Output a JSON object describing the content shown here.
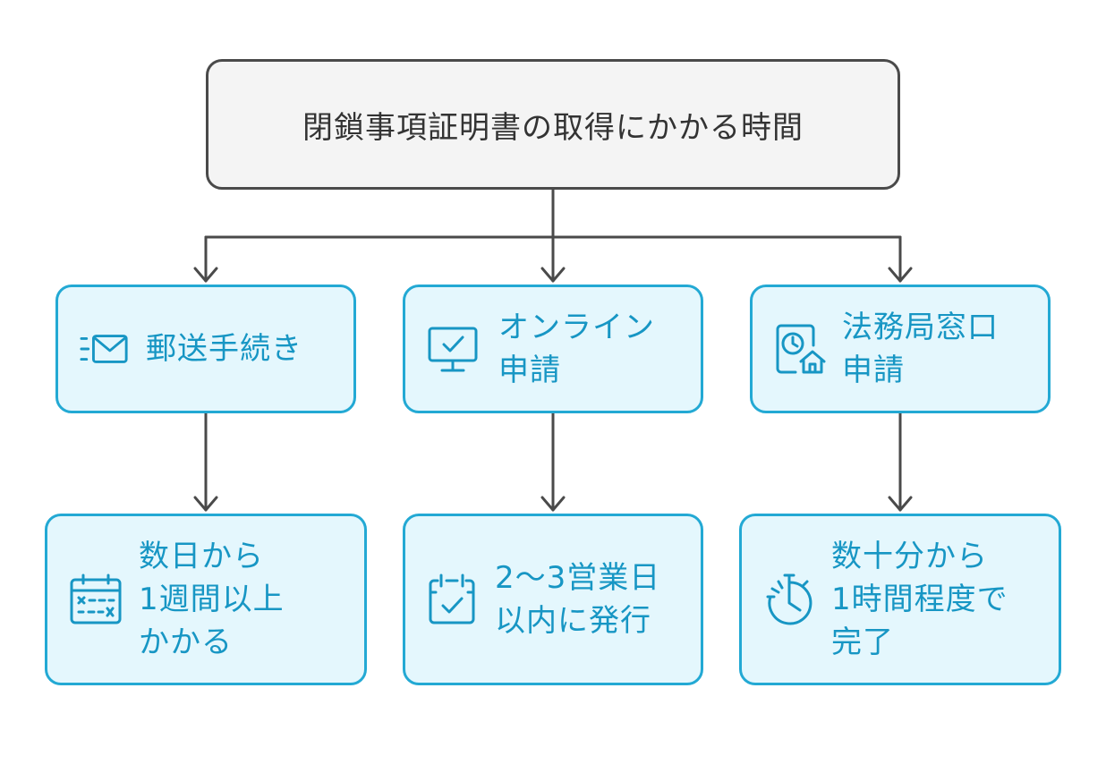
{
  "root": {
    "title": "閉鎖事項証明書の取得にかかる時間"
  },
  "methods": [
    {
      "icon": "mail-icon",
      "lines": [
        "郵送手続き"
      ]
    },
    {
      "icon": "monitor-check-icon",
      "lines": [
        "オンライン",
        "申請"
      ]
    },
    {
      "icon": "clock-building-icon",
      "lines": [
        "法務局窓口",
        "申請"
      ]
    }
  ],
  "durations": [
    {
      "icon": "calendar-x-icon",
      "lines": [
        "数日から",
        "1週間以上",
        "かかる"
      ]
    },
    {
      "icon": "calendar-check-icon",
      "lines": [
        "2〜3営業日",
        "以内に発行"
      ]
    },
    {
      "icon": "stopwatch-icon",
      "lines": [
        "数十分から",
        "1時間程度で",
        "完了"
      ]
    }
  ],
  "colors": {
    "box_fill": "#e4f7fd",
    "box_border": "#23a9d4",
    "text_accent": "#1796c4",
    "root_fill": "#f4f4f4",
    "root_border": "#4a4a4a",
    "connector": "#4a4a4a"
  }
}
